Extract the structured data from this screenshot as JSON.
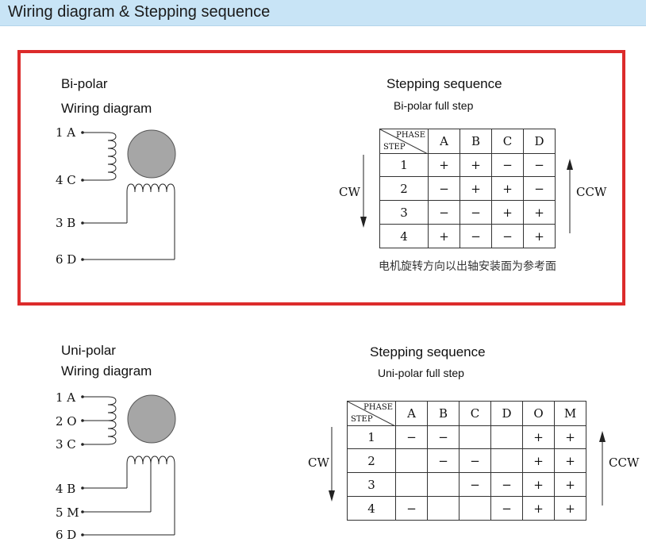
{
  "header": {
    "title": "Wiring diagram & Stepping sequence"
  },
  "bipolar": {
    "title": "Bi-polar",
    "wiring_title": "Wiring diagram",
    "pins": [
      "1 A",
      "4 C",
      "3 B",
      "6 D"
    ],
    "seq_title": "Stepping sequence",
    "seq_subtitle": "Bi-polar full step",
    "corner_phase": "PHASE",
    "corner_step": "STEP",
    "phases": [
      "A",
      "B",
      "C",
      "D"
    ],
    "rows": [
      {
        "step": "1",
        "cells": [
          "+",
          "+",
          "−",
          "−"
        ]
      },
      {
        "step": "2",
        "cells": [
          "−",
          "+",
          "+",
          "−"
        ]
      },
      {
        "step": "3",
        "cells": [
          "−",
          "−",
          "+",
          "+"
        ]
      },
      {
        "step": "4",
        "cells": [
          "+",
          "−",
          "−",
          "+"
        ]
      }
    ],
    "cw_label": "CW",
    "ccw_label": "CCW",
    "note": "电机旋转方向以出轴安装面为参考面"
  },
  "unipolar": {
    "title": "Uni-polar",
    "wiring_title": "Wiring diagram",
    "pins": [
      "1 A",
      "2 O",
      "3 C",
      "4 B",
      "5 M",
      "6 D"
    ],
    "seq_title": "Stepping sequence",
    "seq_subtitle": "Uni-polar full step",
    "corner_phase": "PHASE",
    "corner_step": "STEP",
    "phases": [
      "A",
      "B",
      "C",
      "D",
      "O",
      "M"
    ],
    "rows": [
      {
        "step": "1",
        "cells": [
          "−",
          "−",
          "",
          "",
          "+",
          "+"
        ]
      },
      {
        "step": "2",
        "cells": [
          "",
          "−",
          "−",
          "",
          "+",
          "+"
        ]
      },
      {
        "step": "3",
        "cells": [
          "",
          "",
          "−",
          "−",
          "+",
          "+"
        ]
      },
      {
        "step": "4",
        "cells": [
          "−",
          "",
          "",
          "−",
          "+",
          "+"
        ]
      }
    ],
    "cw_label": "CW",
    "ccw_label": "CCW"
  },
  "colors": {
    "header_bg": "#c8e4f6",
    "highlight_border": "#dc2b2b",
    "motor_fill": "#a6a6a6"
  }
}
